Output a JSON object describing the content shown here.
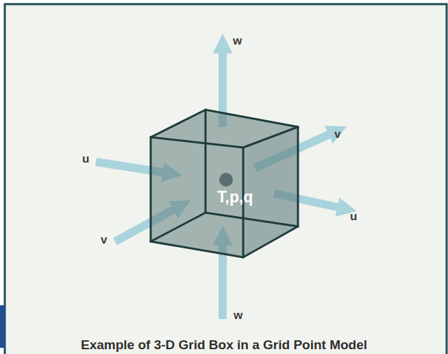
{
  "diagram": {
    "caption": "Example of 3-D Grid Box in a Grid Point Model",
    "nodes": [
      {
        "text": [
          "T,p,q"
        ]
      }
    ],
    "labels": [
      "w",
      "u",
      "v",
      "u",
      "v",
      "w"
    ]
  }
}
